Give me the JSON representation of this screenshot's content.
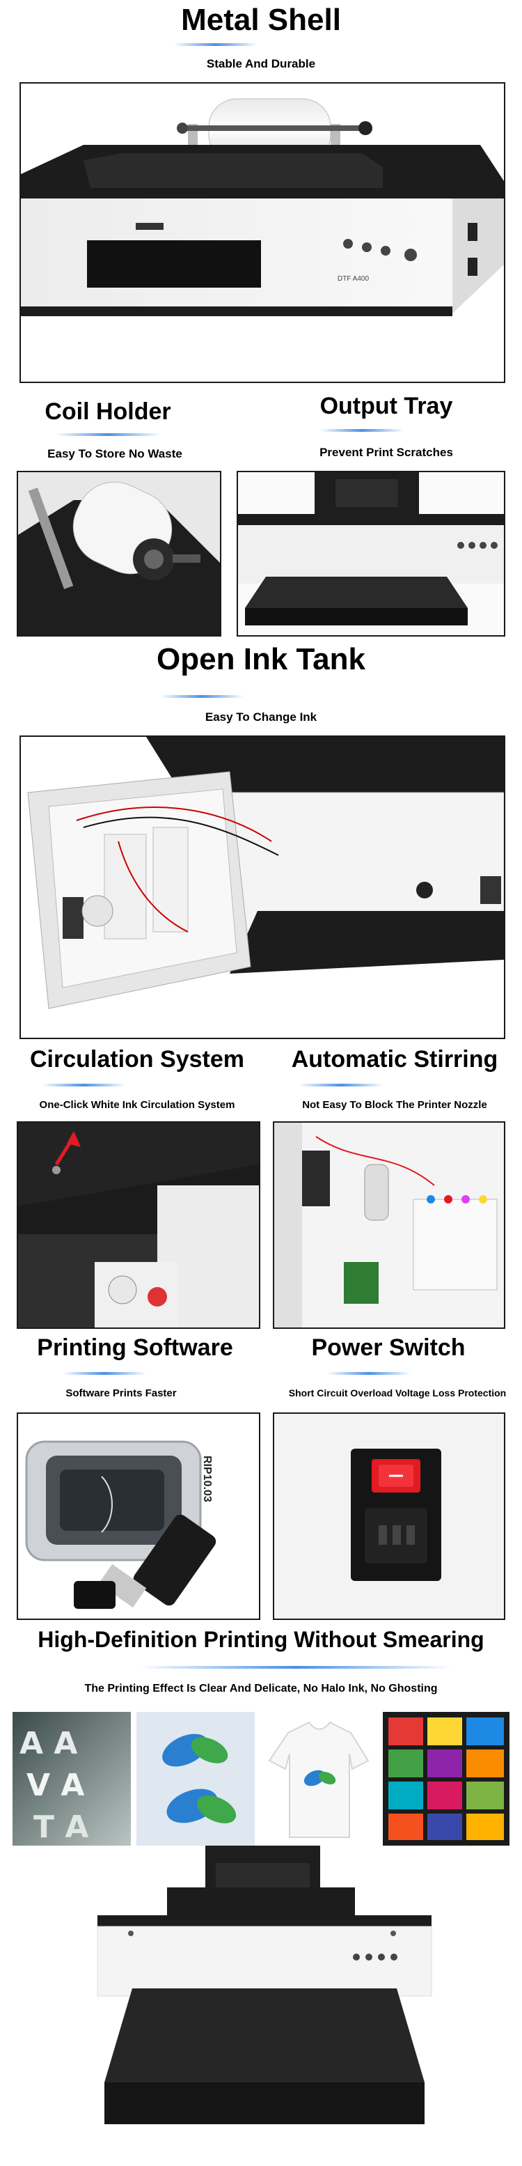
{
  "sections": {
    "metal_shell": {
      "title": "Metal Shell",
      "subtitle": "Stable And Durable"
    },
    "coil_holder": {
      "title": "Coil Holder",
      "subtitle": "Easy To Store No Waste"
    },
    "output_tray": {
      "title": "Output Tray",
      "subtitle": "Prevent Print Scratches"
    },
    "open_ink_tank": {
      "title": "Open Ink Tank",
      "subtitle": "Easy To Change Ink"
    },
    "circulation": {
      "title": "Circulation System",
      "subtitle": "One-Click White Ink Circulation System"
    },
    "stirring": {
      "title": "Automatic  Stirring",
      "subtitle": "Not Easy To Block The Printer Nozzle"
    },
    "software": {
      "title": "Printing Software",
      "subtitle": "Software Prints Faster"
    },
    "power": {
      "title": "Power Switch",
      "subtitle": "Short Circuit Overload Voltage Loss Protection"
    },
    "hd": {
      "title": "High-Definition Printing Without Smearing",
      "subtitle": "The Printing Effect Is Clear And Delicate, No Halo Ink, No Ghosting"
    }
  },
  "labels": {
    "model": "DTF A400",
    "rip": "RIP10.03"
  },
  "colors": {
    "accent": "#4a90e2",
    "frame": "#1a1a1a",
    "printer_black": "#1c1c1c",
    "printer_white": "#f2f2f2",
    "switch_red": "#e21b23"
  }
}
